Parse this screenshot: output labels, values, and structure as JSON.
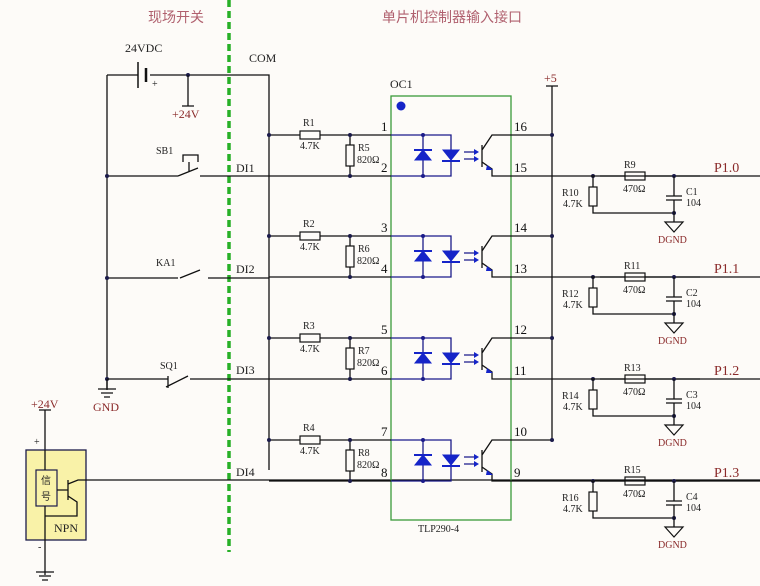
{
  "headings": {
    "field": "现场开关",
    "mcu": "单片机控制器输入接口"
  },
  "supply": {
    "battery_label": "24VDC",
    "plus_mark": "+",
    "plus24": "+24V",
    "com": "COM",
    "gnd": "GND",
    "plus5": "+5"
  },
  "optocoupler": {
    "ref": "OC1",
    "part": "TLP290-4"
  },
  "channels": [
    {
      "switch": "SB1",
      "input": "DI1",
      "r_series": "R1",
      "r_series_val": "4.7K",
      "r_shunt": "R5",
      "r_shunt_val": "820Ω",
      "pin_a": "1",
      "pin_k": "2",
      "pin_c": "16",
      "pin_e": "15",
      "r_pull": "R10",
      "r_pull_val": "4.7K",
      "r_out": "R9",
      "r_out_val": "470Ω",
      "cap": "C1",
      "cap_val": "104",
      "gnd": "DGND",
      "port": "P1.0"
    },
    {
      "switch": "KA1",
      "input": "DI2",
      "r_series": "R2",
      "r_series_val": "4.7K",
      "r_shunt": "R6",
      "r_shunt_val": "820Ω",
      "pin_a": "3",
      "pin_k": "4",
      "pin_c": "14",
      "pin_e": "13",
      "r_pull": "R12",
      "r_pull_val": "4.7K",
      "r_out": "R11",
      "r_out_val": "470Ω",
      "cap": "C2",
      "cap_val": "104",
      "gnd": "DGND",
      "port": "P1.1"
    },
    {
      "switch": "SQ1",
      "input": "DI3",
      "r_series": "R3",
      "r_series_val": "4.7K",
      "r_shunt": "R7",
      "r_shunt_val": "820Ω",
      "pin_a": "5",
      "pin_k": "6",
      "pin_c": "12",
      "pin_e": "11",
      "r_pull": "R14",
      "r_pull_val": "4.7K",
      "r_out": "R13",
      "r_out_val": "470Ω",
      "cap": "C3",
      "cap_val": "104",
      "gnd": "DGND",
      "port": "P1.2"
    },
    {
      "switch": "",
      "input": "DI4",
      "r_series": "R4",
      "r_series_val": "4.7K",
      "r_shunt": "R8",
      "r_shunt_val": "820Ω",
      "pin_a": "7",
      "pin_k": "8",
      "pin_c": "10",
      "pin_e": "9",
      "r_pull": "R16",
      "r_pull_val": "4.7K",
      "r_out": "R15",
      "r_out_val": "470Ω",
      "cap": "C4",
      "cap_val": "104",
      "gnd": "DGND",
      "port": "P1.3"
    }
  ],
  "sensor": {
    "supply": "+24V",
    "plus": "+",
    "minus": "-",
    "signal_line1": "信",
    "signal_line2": "号",
    "type": "NPN"
  },
  "colors": {
    "wire": "#111111",
    "opto_wire": "#1b1b8a",
    "led": "#1524c8",
    "package": "#3a9a3a",
    "divider": "#27b027",
    "sensor_fill": "#f9f2a8",
    "label_red": "#8a2a2a",
    "heading": "#b0606e"
  }
}
